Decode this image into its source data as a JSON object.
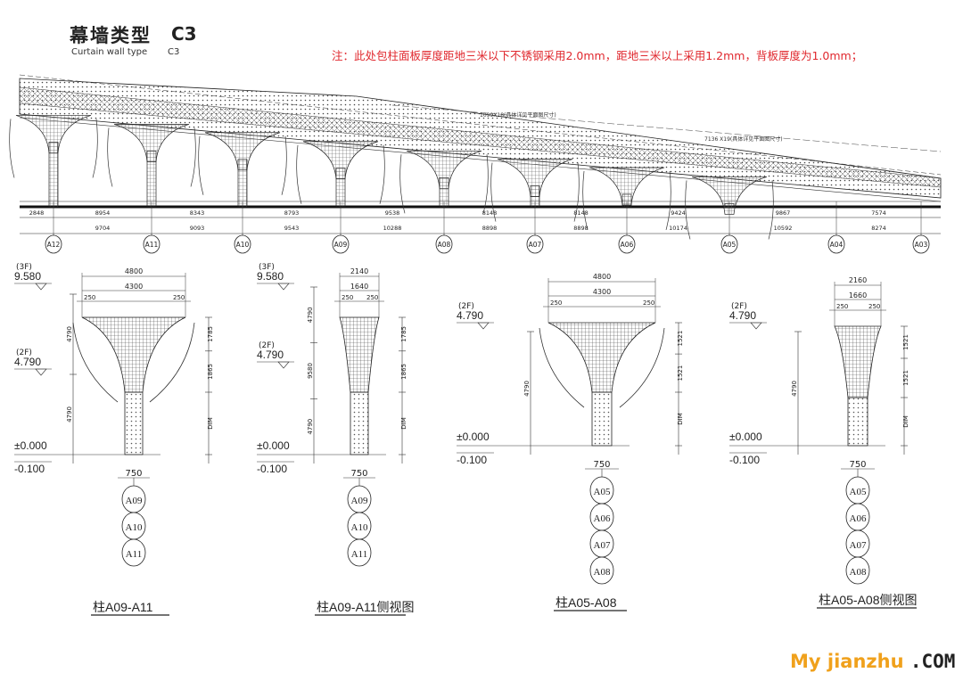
{
  "header": {
    "title": "幕墙类型",
    "title_code": "C3",
    "subtitle": "Curtain wall type",
    "subtitle_code": "C3"
  },
  "note": "注：此处包柱面板厚度距地三米以下不锈钢采用2.0mm，距地三米以上采用1.2mm，背板厚度为1.0mm；",
  "watermark": {
    "part1": "My jianzhu",
    "part2": ".COM"
  },
  "elevation": {
    "axes": [
      "A12",
      "A11",
      "A10",
      "A09",
      "A08",
      "A07",
      "A06",
      "A05",
      "A04",
      "A03"
    ],
    "dims_top": [
      "2848",
      "8954",
      "8343",
      "8793",
      "9538",
      "8148",
      "8148",
      "9424",
      "9867",
      "7574"
    ],
    "dims_bottom": [
      "9704",
      "9093",
      "9543",
      "10288",
      "8898",
      "8898",
      "10174",
      "10592",
      "8274"
    ],
    "note_a": "1099X18(具体详见平面图尺寸)",
    "note_b": "7136 X19(具体详见平面图尺寸)"
  },
  "details": [
    {
      "caption": "柱A09-A11",
      "level_top_tag": "(3F)",
      "level_top": "9.580",
      "level_mid_tag": "(2F)",
      "level_mid": "4.790",
      "level_zero": "±0.000",
      "level_base": "-0.100",
      "dim_overall": "4800",
      "dim_inner": "4300",
      "dim_edge": "250",
      "dim_col": "750",
      "dims_right": [
        "1785",
        "1865",
        "DIM"
      ],
      "dims_left": [
        "4790",
        "4790"
      ],
      "axes": [
        "A09",
        "A10",
        "A11"
      ]
    },
    {
      "caption": "柱A09-A11侧视图",
      "level_top_tag": "(3F)",
      "level_top": "9.580",
      "level_mid_tag": "(2F)",
      "level_mid": "4.790",
      "level_zero": "±0.000",
      "level_base": "-0.100",
      "dim_overall": "2140",
      "dim_inner": "1640",
      "dim_edge": "250",
      "dim_col": "750",
      "dims_right": [
        "1785",
        "1865",
        "DIM"
      ],
      "dims_left": [
        "4790",
        "9580",
        "4790"
      ],
      "axes": [
        "A09",
        "A10",
        "A11"
      ]
    },
    {
      "caption": "柱A05-A08",
      "level_mid_tag": "(2F)",
      "level_mid": "4.790",
      "level_zero": "±0.000",
      "level_base": "-0.100",
      "dim_overall": "4800",
      "dim_inner": "4300",
      "dim_edge": "250",
      "dim_col": "750",
      "dims_right": [
        "1521",
        "1521",
        "DIM"
      ],
      "dims_left": [
        "4790"
      ],
      "axes": [
        "A05",
        "A06",
        "A07",
        "A08"
      ]
    },
    {
      "caption": "柱A05-A08侧视图",
      "level_mid_tag": "(2F)",
      "level_mid": "4.790",
      "level_zero": "±0.000",
      "level_base": "-0.100",
      "dim_overall": "2160",
      "dim_inner": "1660",
      "dim_edge": "250",
      "dim_col": "750",
      "dims_right": [
        "1521",
        "1521",
        "DIM"
      ],
      "dims_left": [
        "4790"
      ],
      "axes": [
        "A05",
        "A06",
        "A07",
        "A08"
      ]
    }
  ]
}
